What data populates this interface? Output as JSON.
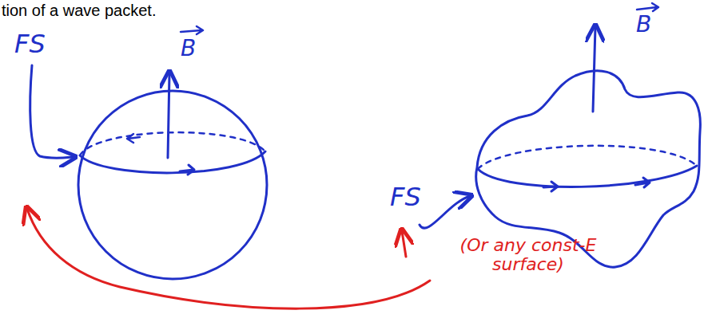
{
  "diagram": {
    "labels": [
      "tion of a wave packet.",
      "FS",
      "B",
      "FS",
      "B",
      "(Or any const-E surface)"
    ]
  }
}
